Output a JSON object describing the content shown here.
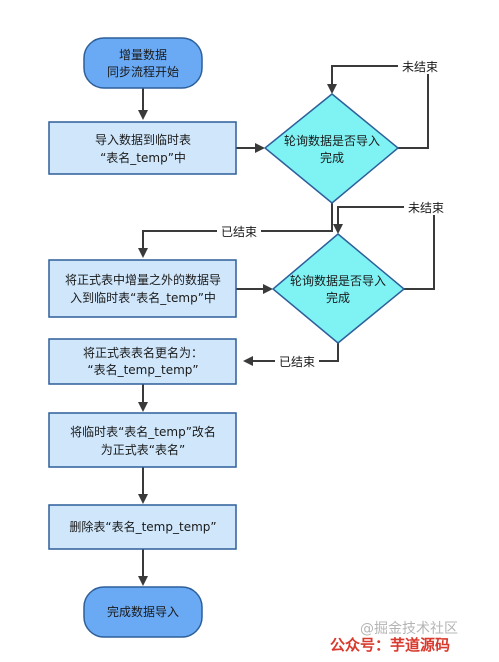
{
  "nodes": {
    "start": [
      "增量数据",
      "同步流程开始"
    ],
    "import": [
      "导入数据到临时表",
      "“表名_temp”中"
    ],
    "poll1": [
      "轮询数据是否导入",
      "完成"
    ],
    "importOther": [
      "将正式表中增量之外的数据导",
      "入到临时表“表名_temp”中"
    ],
    "poll2": [
      "轮询数据是否导入",
      "完成"
    ],
    "renameFormal": [
      "将正式表表名更名为：",
      "“表名_temp_temp”"
    ],
    "renameTemp": [
      "将临时表“表名_temp”改名",
      "为正式表“表名”"
    ],
    "drop": [
      "删除表“表名_temp_temp”"
    ],
    "end": [
      "完成数据导入"
    ]
  },
  "edges": {
    "poll1_not_done": "未结束",
    "poll1_done": "已结束",
    "poll2_not_done": "未结束",
    "poll2_done": "已结束"
  },
  "watermark": {
    "left": "@掘金技术社区",
    "right": "公众号：芋道源码"
  },
  "colors": {
    "terminal": "#6aaaf5",
    "process": "#cfe6fb",
    "decision": "#7ff2f3",
    "line": "#3a3a3a"
  }
}
